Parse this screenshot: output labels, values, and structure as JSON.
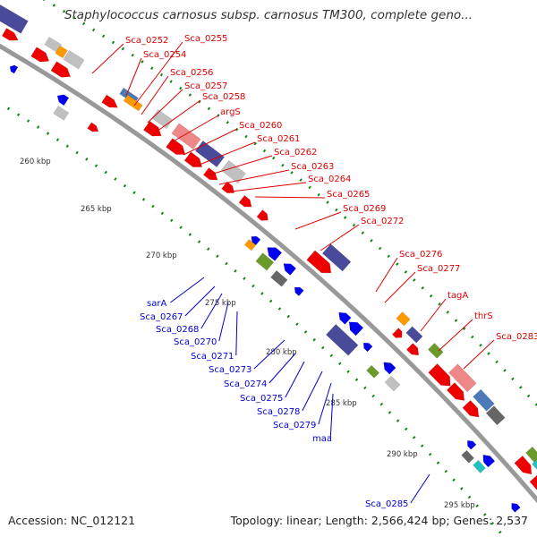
{
  "title": "Staphylococcus carnosus subsp. carnosus TM300, complete geno...",
  "footer": {
    "accession": "Accession: NC_012121",
    "topology": "Topology: linear; Length: 2,566,424 bp; Genes: 2,537"
  },
  "colors": {
    "forward_label": "#dd0000",
    "reverse_label": "#0000cc",
    "backbone": "#999999",
    "tick": "#118811",
    "red_gene": "#ee0000",
    "blue_gene": "#0000ee",
    "violet_gene": "#4a4a9a",
    "gray_gene": "#c0c0c0",
    "pink_gene": "#ee8888",
    "steelblue_gene": "#4a7ab8",
    "olive_gene": "#6a9a2a",
    "orange_gene": "#ff9900",
    "cyan_gene": "#22c0c0",
    "darkgray_gene": "#666666"
  },
  "kbp_labels": [
    "260 kbp",
    "265 kbp",
    "270 kbp",
    "275 kbp",
    "280 kbp",
    "285 kbp",
    "290 kbp",
    "295 kbp"
  ],
  "forward_genes": [
    "Sca_0252",
    "Sca_0254",
    "Sca_0255",
    "Sca_0256",
    "Sca_0257",
    "Sca_0258",
    "argS",
    "Sca_0260",
    "Sca_0261",
    "Sca_0262",
    "Sca_0263",
    "Sca_0264",
    "Sca_0265",
    "Sca_0269",
    "Sca_0272",
    "Sca_0276",
    "Sca_0277",
    "tagA",
    "thrS",
    "Sca_0283"
  ],
  "reverse_genes": [
    "sarA",
    "Sca_0267",
    "Sca_0268",
    "Sca_0270",
    "Sca_0271",
    "Sca_0273",
    "Sca_0274",
    "Sca_0275",
    "Sca_0278",
    "Sca_0279",
    "maa",
    "Sca_0285"
  ]
}
